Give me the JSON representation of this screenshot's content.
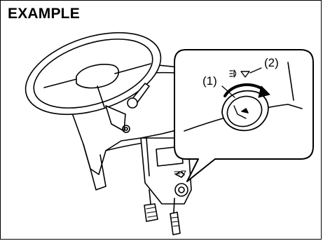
{
  "title": "EXAMPLE",
  "callouts": [
    {
      "id": "callout-1",
      "label": "(1)"
    },
    {
      "id": "callout-2",
      "label": "(2)"
    }
  ],
  "colors": {
    "stroke": "#000000",
    "background": "#ffffff"
  }
}
